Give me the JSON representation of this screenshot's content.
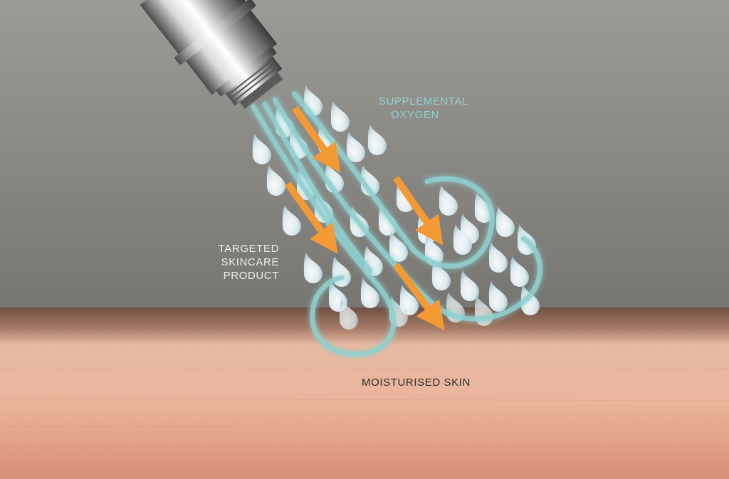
{
  "labels": {
    "supplemental_oxygen_line1": "SUPPLEMENTAL",
    "supplemental_oxygen_line2": "OXYGEN",
    "product_line1": "TARGETED",
    "product_line2": "SKINCARE",
    "product_line3": "PRODUCT",
    "skin": "MOISTURISED SKIN"
  },
  "colors": {
    "background_top": "#9a9994",
    "background_bottom": "#747370",
    "skin_top": "#7d5a4a",
    "skin_mid": "#e8b79f",
    "skin_bottom": "#d9917a",
    "airflow": "#8ecfcf",
    "arrow": "#f39a35",
    "droplet": "#e6f2f4",
    "oxygen_label": "#8fd3d3",
    "product_label": "#eeeeee",
    "skin_label": "#2c2c2c"
  }
}
